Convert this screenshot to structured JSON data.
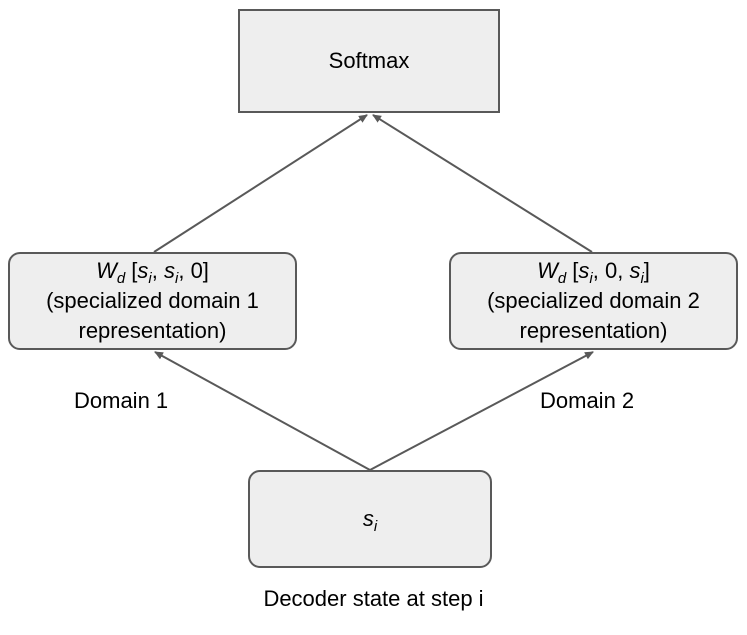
{
  "softmax": {
    "label": "Softmax"
  },
  "domain1": {
    "math": {
      "w": "W",
      "w_sub": "d",
      "open": "[",
      "s1": "s",
      "s1_sub": "i",
      "sep1": ", ",
      "s2": "s",
      "s2_sub": "i",
      "tail": ", 0]"
    },
    "line2": "(specialized domain 1",
    "line3": "representation)",
    "edge_label": "Domain 1"
  },
  "domain2": {
    "math": {
      "w": "W",
      "w_sub": "d",
      "open": "[",
      "s1": "s",
      "s1_sub": "i",
      "mid": ", 0, ",
      "s2": "s",
      "s2_sub": "i",
      "close": "]"
    },
    "line2": "(specialized domain 2",
    "line3": "representation)",
    "edge_label": "Domain 2"
  },
  "state": {
    "var": "s",
    "var_sub": "i",
    "caption": "Decoder state at step i"
  },
  "colors": {
    "box_fill": "#eeeeee",
    "box_border": "#595959",
    "arrow": "#595959"
  }
}
